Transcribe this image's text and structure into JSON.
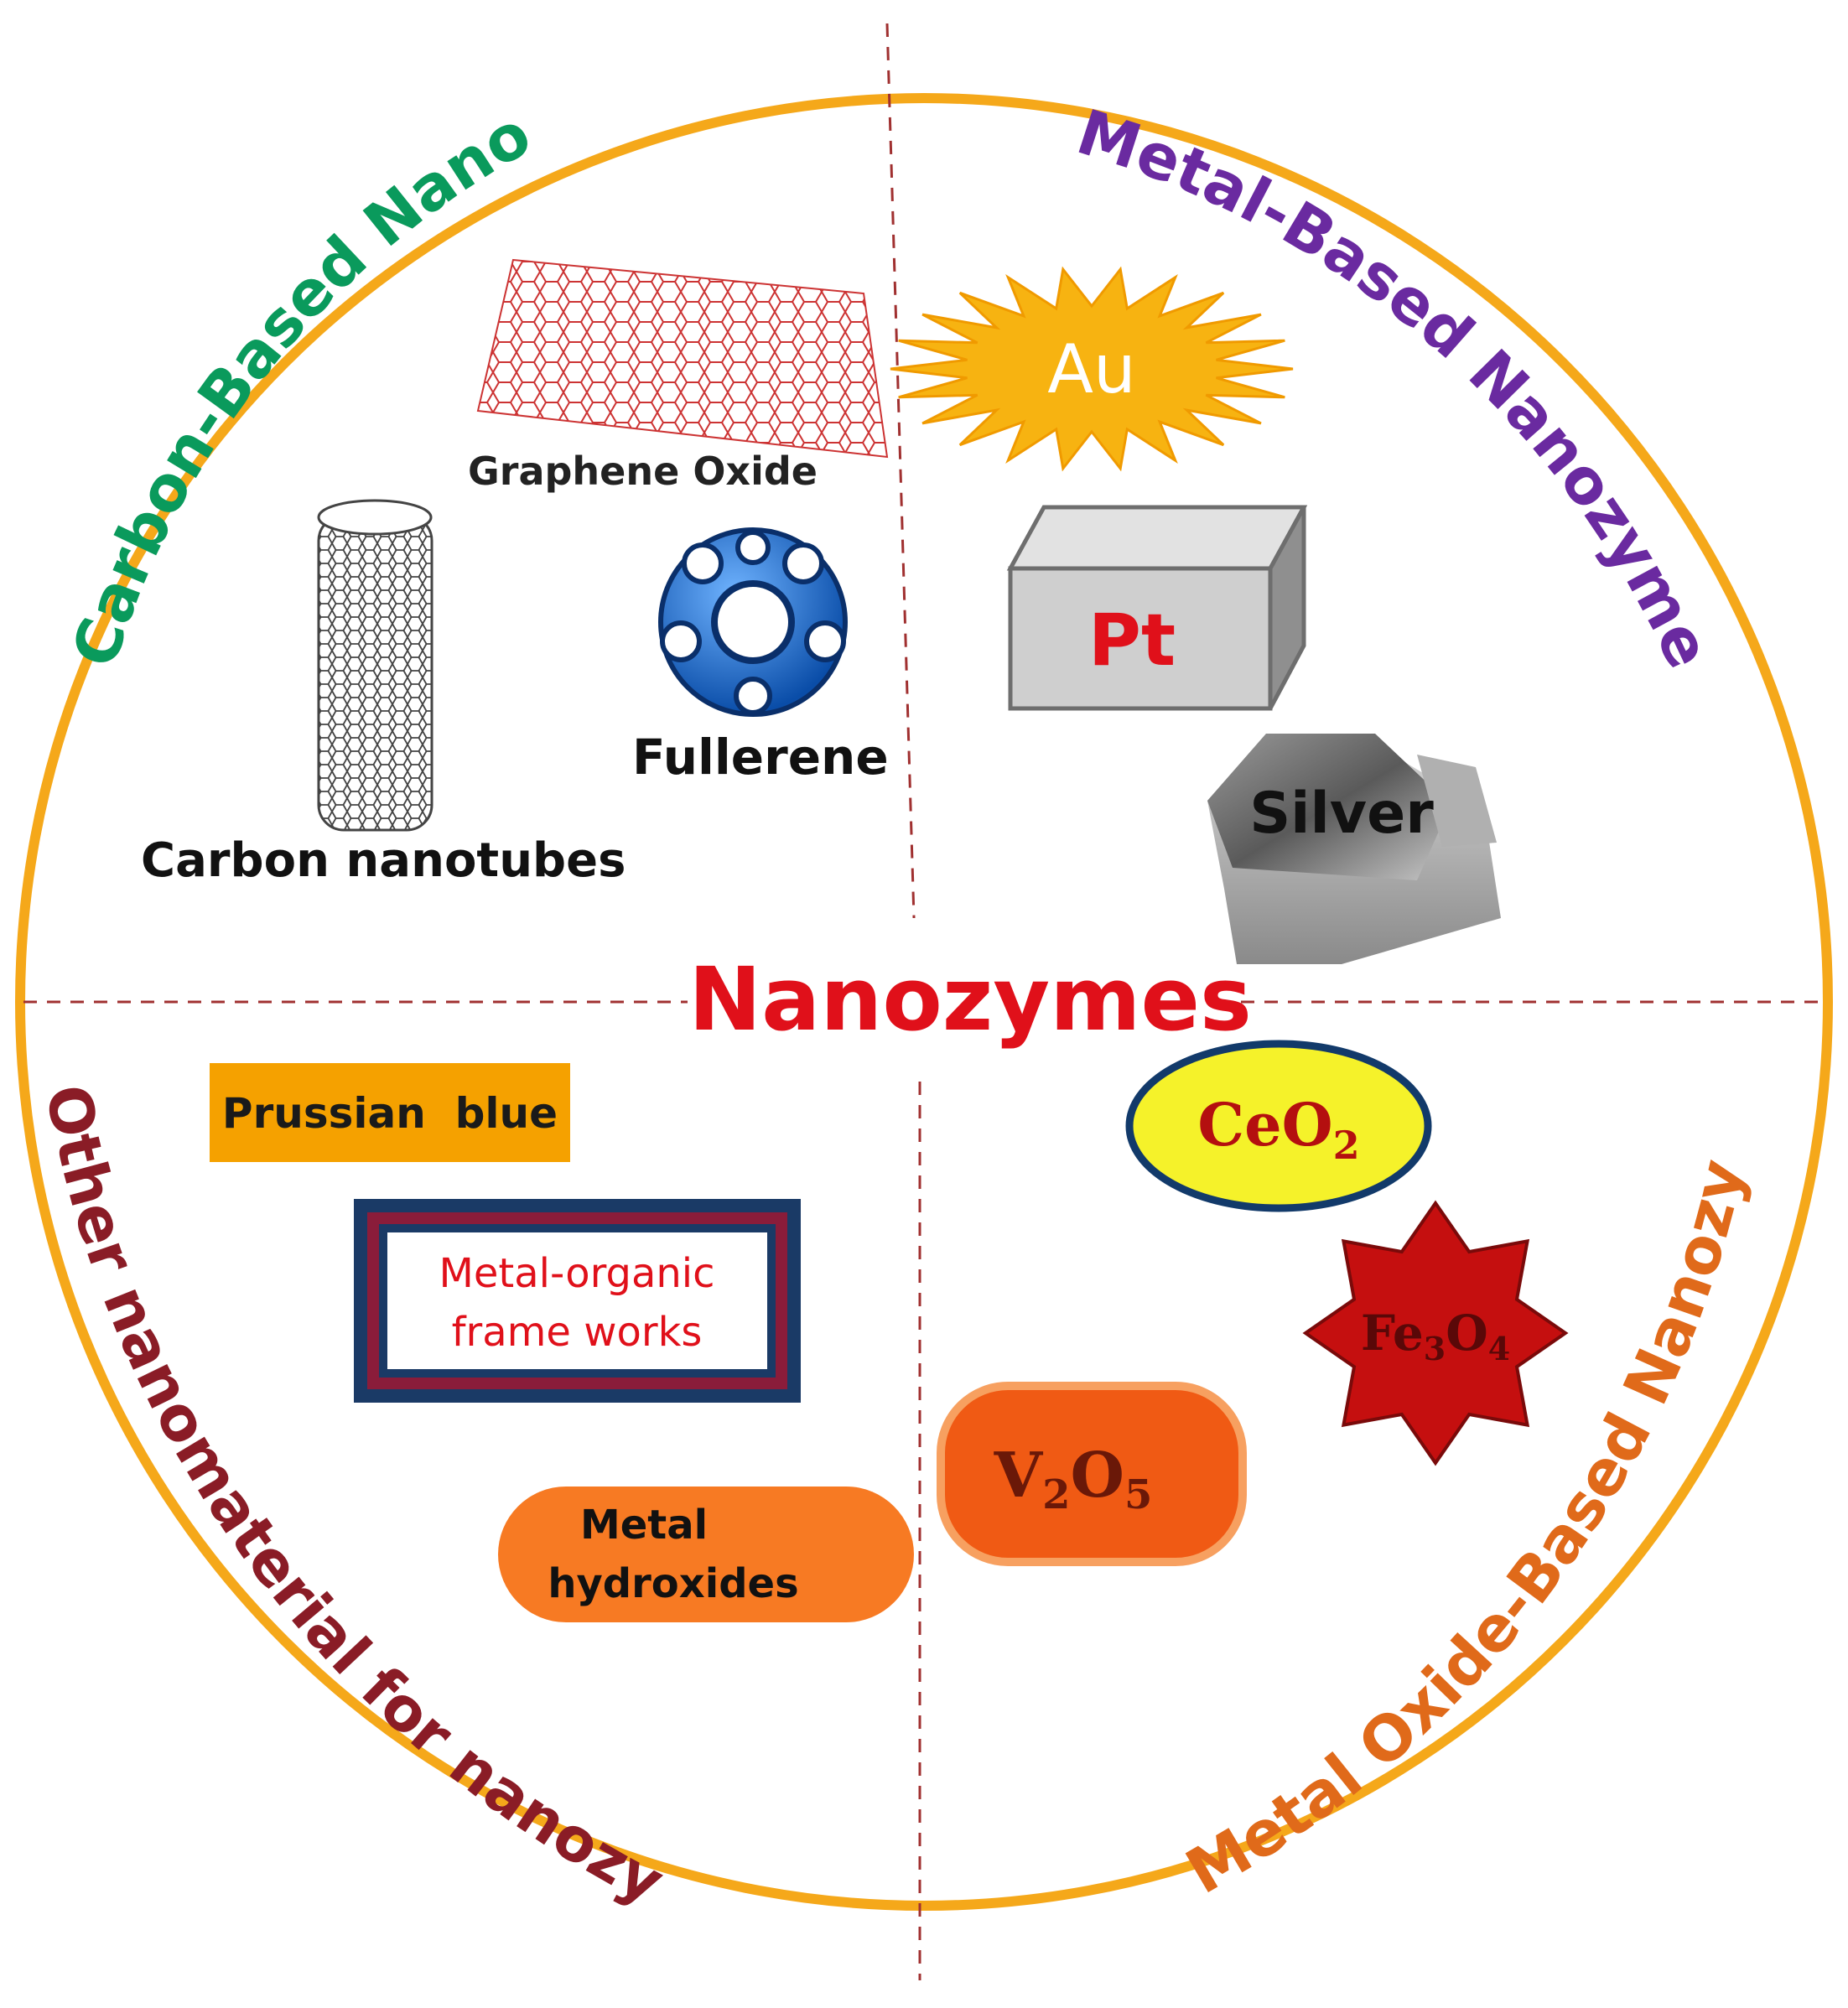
{
  "center_title": "Nanozymes",
  "categories": {
    "carbon": {
      "label": "Carbon-Based Nanozymes",
      "color": "#0a9a5c"
    },
    "metal": {
      "label": "Metal-Based Nanozymes",
      "color": "#6a2aa0"
    },
    "other": {
      "label": "Other nanomaterial for nanozymes",
      "color": "#8a1c26"
    },
    "metal_oxide": {
      "label": "Metal Oxide-Based Nanozymes",
      "color": "#e06a1a"
    }
  },
  "carbon_items": {
    "graphene_oxide": "Graphene Oxide",
    "fullerene": "Fullerene",
    "nanotubes": "Carbon nanotubes"
  },
  "metal_items": {
    "au": "Au",
    "pt": "Pt",
    "silver": "Silver"
  },
  "oxide_items": {
    "ceo2": {
      "base1": "CeO",
      "sub1": "2"
    },
    "fe3o4": {
      "base1": "Fe",
      "sub1": "3",
      "base2": "O",
      "sub2": "4"
    },
    "v2o5": {
      "base1": "V",
      "sub1": "2",
      "base2": "O",
      "sub2": "5"
    }
  },
  "other_items": {
    "prussian_blue": "Prussian  blue",
    "mof_line1": "Metal-organic",
    "mof_line2": "frame works",
    "hydroxides_line1": "Metal",
    "hydroxides_line2": "hydroxides"
  },
  "colors": {
    "circle": "#f5a81a",
    "divider": "#a03030",
    "title": "#e0101a"
  }
}
